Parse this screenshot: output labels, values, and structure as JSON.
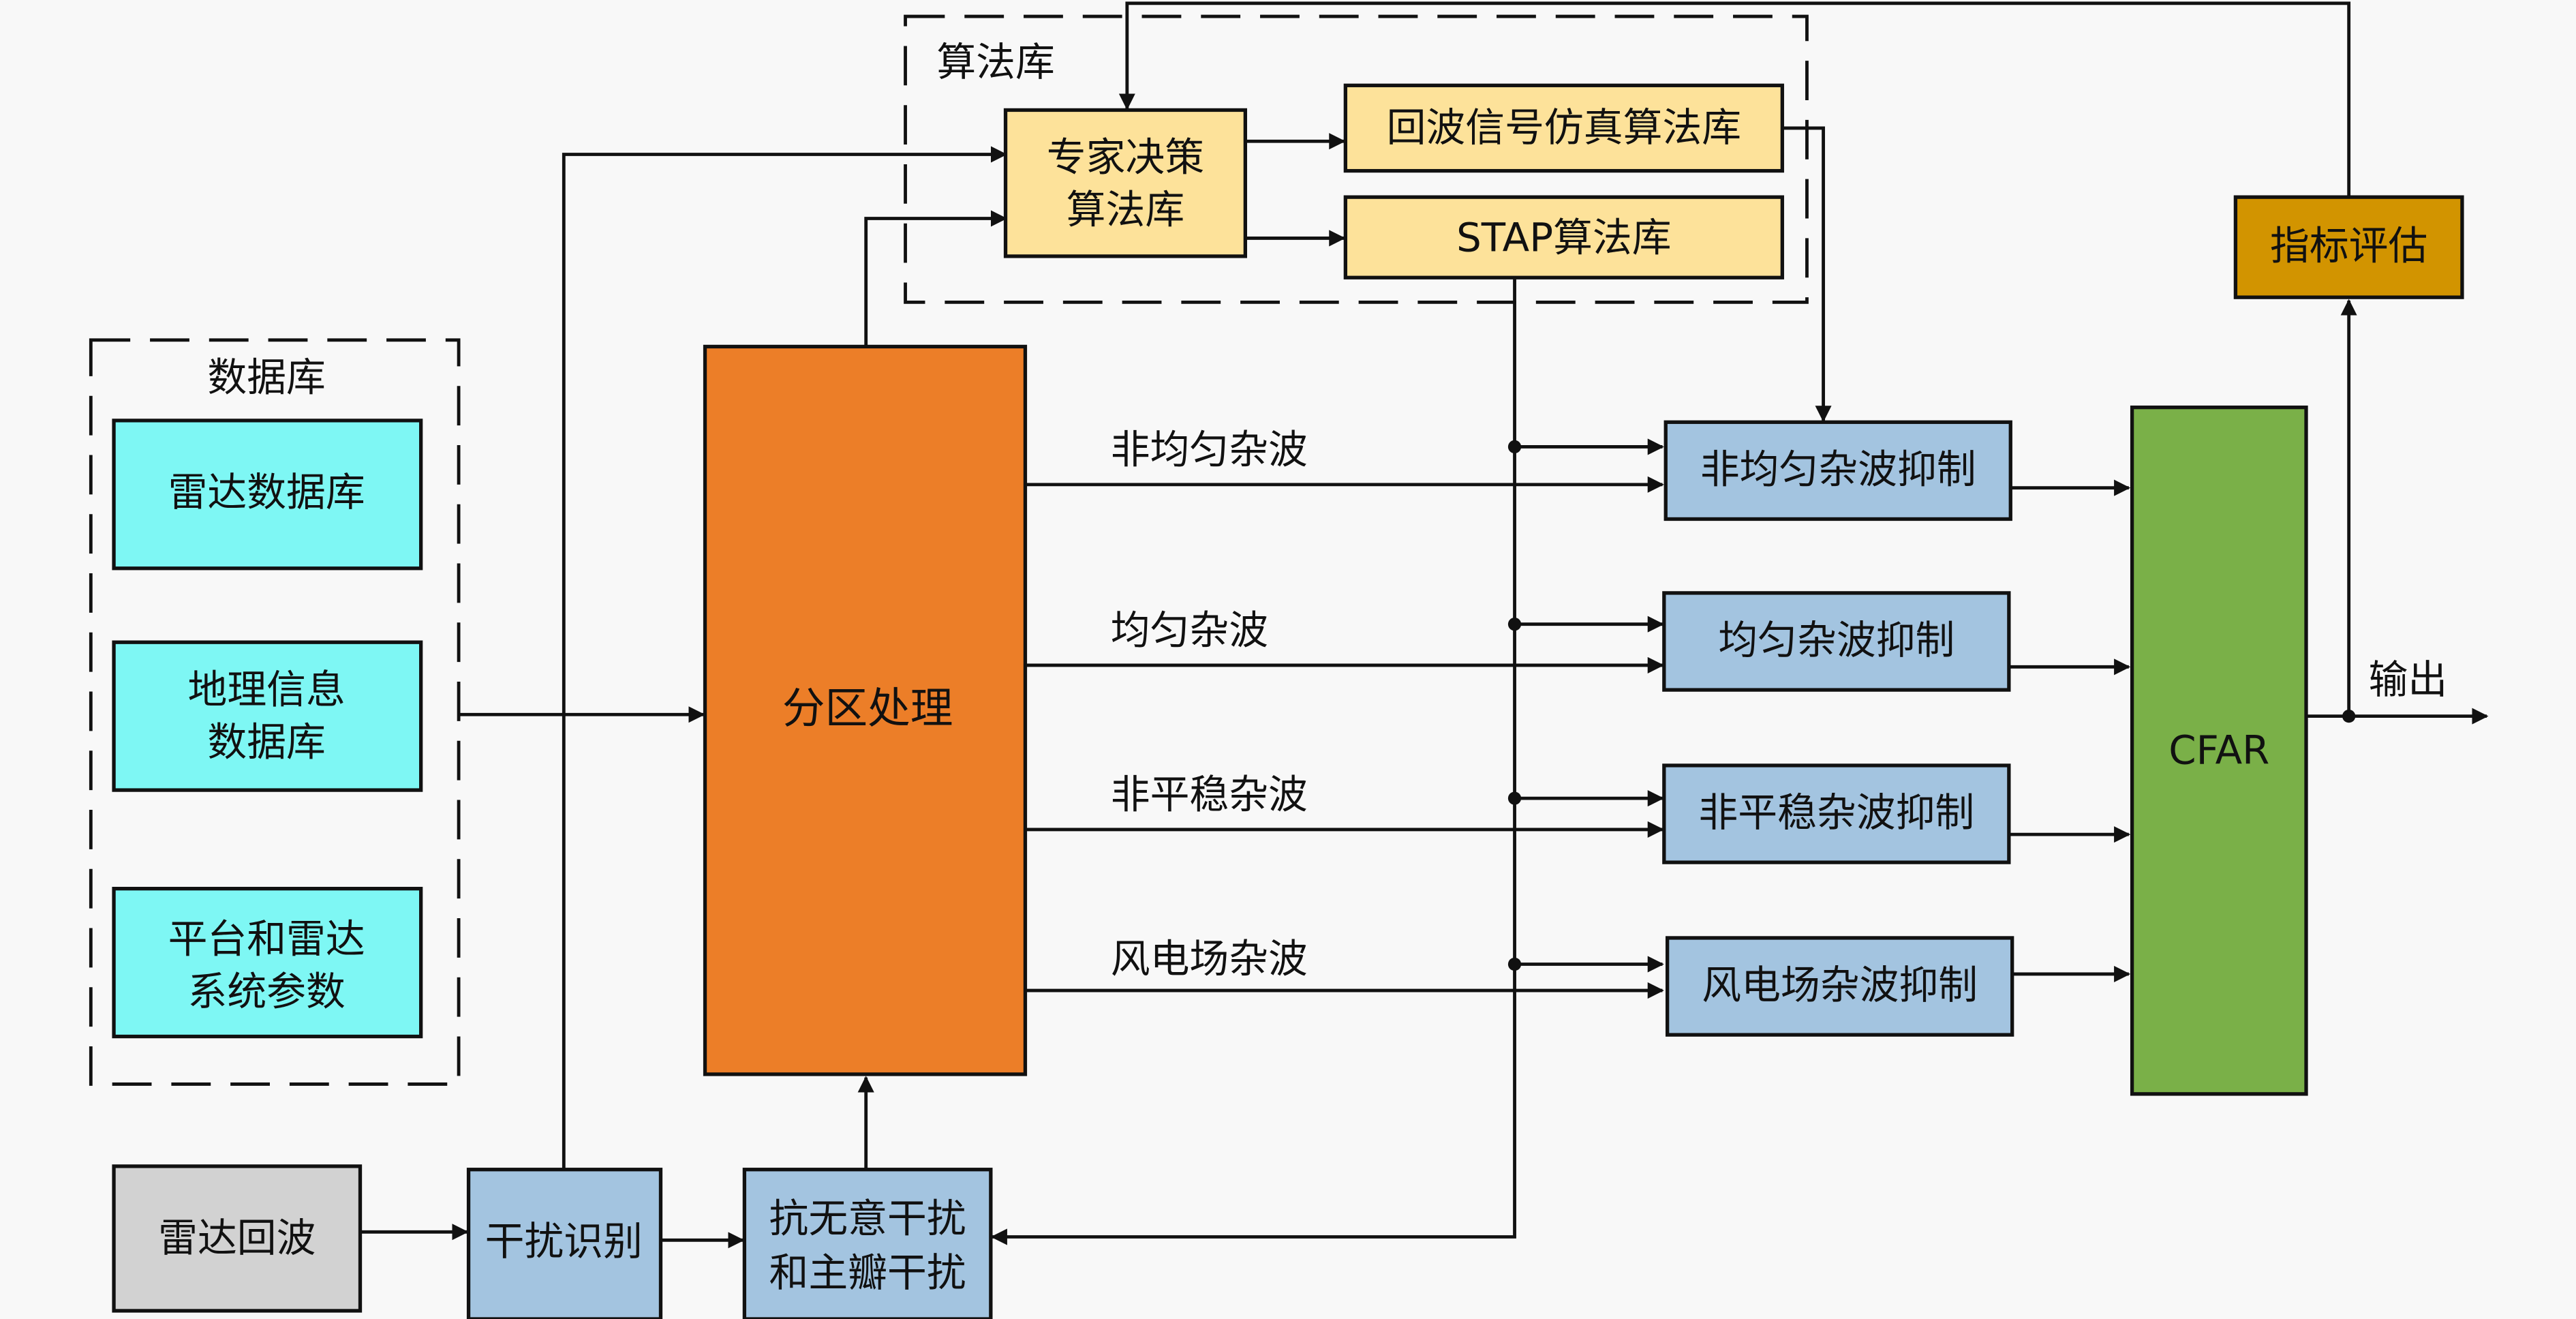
{
  "colors": {
    "background": "#f8f8f8",
    "database": "#7ef7f4",
    "algorithm": "#fde29a",
    "partition": "#ec7e28",
    "suppression": "#a3c4e0",
    "cfar": "#7ab048",
    "evaluation": "#d29400",
    "radar_echo": "#d2d2d2",
    "interference": "#a3c4e0"
  },
  "groups": {
    "database": {
      "title": "数据库"
    },
    "algorithm": {
      "title": "算法库"
    }
  },
  "nodes": {
    "radar_db": [
      "雷达数据库"
    ],
    "geo_db": [
      "地理信息",
      "数据库"
    ],
    "platform_params": [
      "平台和雷达",
      "系统参数"
    ],
    "expert": [
      "专家决策",
      "算法库"
    ],
    "echo_sim": [
      "回波信号仿真算法库"
    ],
    "stap": [
      "STAP算法库"
    ],
    "partition": [
      "分区处理"
    ],
    "evaluation": [
      "指标评估"
    ],
    "cfar": [
      "CFAR"
    ],
    "radar_echo": [
      "雷达回波"
    ],
    "interference_id": [
      "干扰识别"
    ],
    "anti_interference": [
      "抗无意干扰",
      "和主瓣干扰"
    ],
    "supp_nonuniform": [
      "非均匀杂波抑制"
    ],
    "supp_uniform": [
      "均匀杂波抑制"
    ],
    "supp_nonstationary": [
      "非平稳杂波抑制"
    ],
    "supp_wind": [
      "风电场杂波抑制"
    ]
  },
  "edge_labels": {
    "nonuniform": "非均匀杂波",
    "uniform": "均匀杂波",
    "nonstationary": "非平稳杂波",
    "wind": "风电场杂波",
    "output": "输出"
  }
}
